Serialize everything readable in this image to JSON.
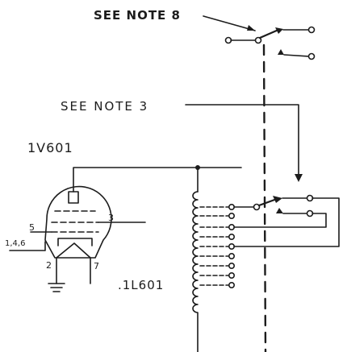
{
  "notes": {
    "note_8": "SEE NOTE 8",
    "note_3": "SEE NOTE 3"
  },
  "tube": {
    "designator": "1V601",
    "pin_5": "5",
    "pin_3": "3",
    "pins_146": "1,4,6",
    "pin_2": "2",
    "pin_7": "7"
  },
  "coil": {
    "designator": ".1L601",
    "tap_count": 9
  },
  "colors": {
    "ink": "#1c1c1c",
    "paper": "#ffffff"
  }
}
